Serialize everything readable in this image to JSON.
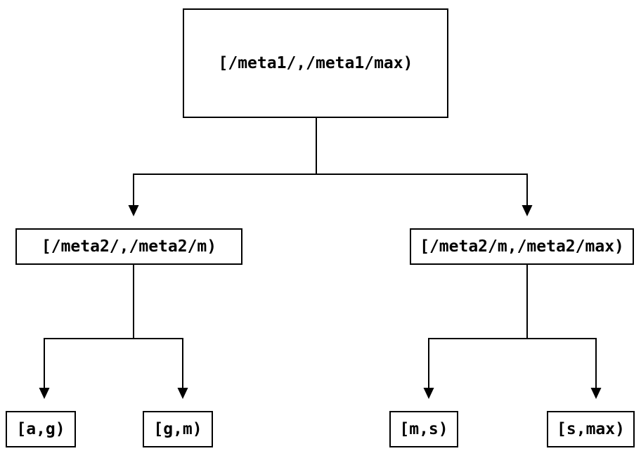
{
  "diagram": {
    "type": "tree",
    "background_color": "#ffffff",
    "stroke_color": "#000000",
    "node_fill_color": "#ffffff",
    "text_color": "#000000",
    "nodes": {
      "root": {
        "label": "[/meta1/,/meta1/max)"
      },
      "meta2_left": {
        "label": "[/meta2/,/meta2/m)"
      },
      "meta2_right": {
        "label": "[/meta2/m,/meta2/max)"
      },
      "leaf_a_g": {
        "label": "[a,g)"
      },
      "leaf_g_m": {
        "label": "[g,m)"
      },
      "leaf_m_s": {
        "label": "[m,s)"
      },
      "leaf_s_max": {
        "label": "[s,max)"
      }
    },
    "edges": [
      {
        "from": "root",
        "to": "meta2_left"
      },
      {
        "from": "root",
        "to": "meta2_right"
      },
      {
        "from": "meta2_left",
        "to": "leaf_a_g"
      },
      {
        "from": "meta2_left",
        "to": "leaf_g_m"
      },
      {
        "from": "meta2_right",
        "to": "leaf_m_s"
      },
      {
        "from": "meta2_right",
        "to": "leaf_s_max"
      }
    ]
  }
}
